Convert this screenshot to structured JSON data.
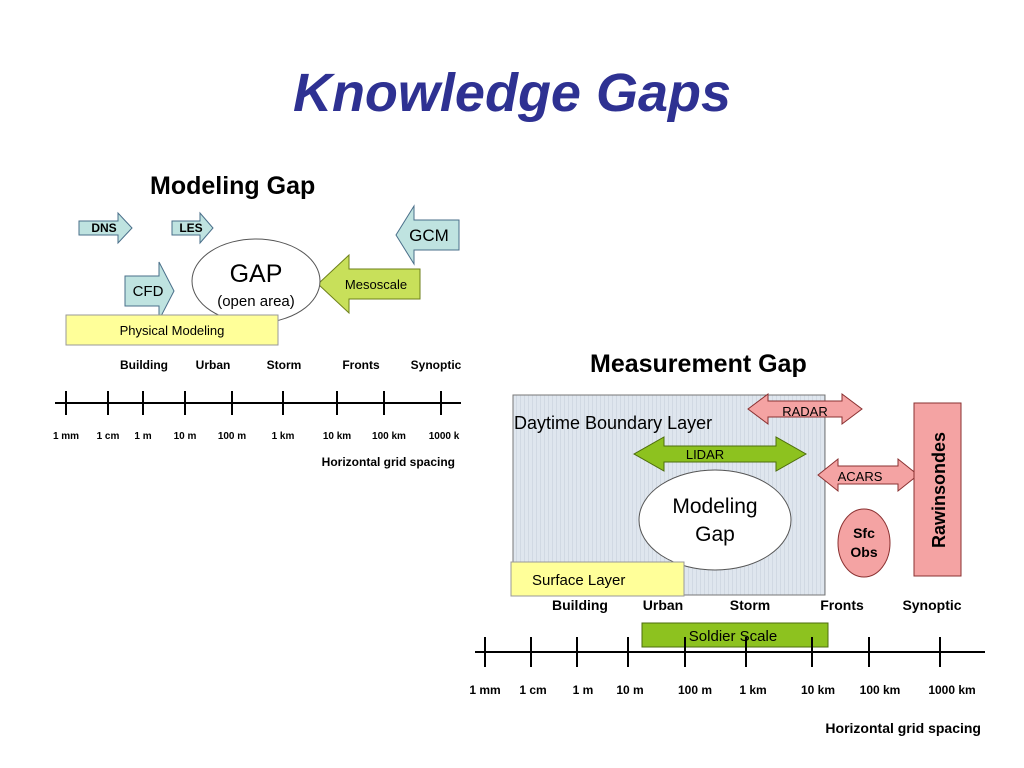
{
  "slide": {
    "title": "Knowledge Gaps"
  },
  "modeling_panel": {
    "heading": "Modeling Gap",
    "arrows": {
      "dns": "DNS",
      "les": "LES",
      "cfd": "CFD",
      "gcm": "GCM",
      "mesoscale": "Mesoscale"
    },
    "gap_title": "GAP",
    "gap_subtitle": "(open area)",
    "physical_modeling": "Physical Modeling",
    "categories": [
      "Building",
      "Urban",
      "Storm",
      "Fronts",
      "Synoptic"
    ],
    "ticks": [
      "1 mm",
      "1 cm",
      "1 m",
      "10 m",
      "100 m",
      "1 km",
      "10 km",
      "100 km",
      "1000 k"
    ],
    "axis_label": "Horizontal grid spacing"
  },
  "measurement_panel": {
    "heading": "Measurement Gap",
    "boundary_layer": "Daytime Boundary Layer",
    "radar": "RADAR",
    "lidar": "LIDAR",
    "acars": "ACARS",
    "rawinsondes": "Rawinsondes",
    "modeling_gap_line1": "Modeling",
    "modeling_gap_line2": "Gap",
    "sfc_obs_line1": "Sfc",
    "sfc_obs_line2": "Obs",
    "surface_layer": "Surface Layer",
    "soldier_scale": "Soldier Scale",
    "categories": [
      "Building",
      "Urban",
      "Storm",
      "Fronts",
      "Synoptic"
    ],
    "ticks": [
      "1 mm",
      "1 cm",
      "1 m",
      "10 m",
      "100 m",
      "1 km",
      "10 km",
      "100 km",
      "1000 km"
    ],
    "axis_label": "Horizontal grid spacing"
  },
  "colors": {
    "title": "#2e3192",
    "arrow_blue": "#bfe3e0",
    "mesoscale": "#c8e05a",
    "physical_modeling": "#ffff99",
    "lidar": "#8dc21f",
    "radar": "#f4a3a3",
    "rawinsondes": "#f4a3a3",
    "soldier_scale": "#8dc21f",
    "boundary_layer_fill": "#dfe6ee"
  }
}
